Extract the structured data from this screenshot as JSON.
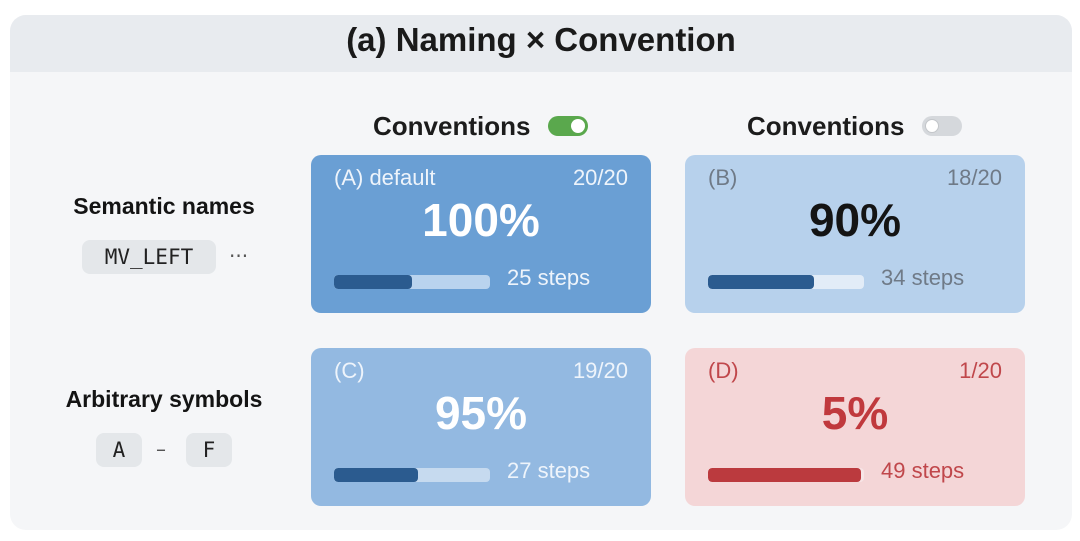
{
  "title": "(a) Naming × Convention",
  "columns": [
    {
      "label": "Conventions",
      "toggle": "on"
    },
    {
      "label": "Conventions",
      "toggle": "off"
    }
  ],
  "rows": [
    {
      "label": "Semantic names",
      "examples": [
        "MV_LEFT",
        "···"
      ]
    },
    {
      "label": "Arbitrary symbols",
      "examples": [
        "A",
        "–",
        "F"
      ]
    }
  ],
  "cards": [
    {
      "id": "A",
      "label": "(A) default",
      "score": "20/20",
      "percent": "100%",
      "progress_fraction": 0.5,
      "steps": "25 steps"
    },
    {
      "id": "B",
      "label": "(B)",
      "score": "18/20",
      "percent": "90%",
      "progress_fraction": 0.68,
      "steps": "34 steps"
    },
    {
      "id": "C",
      "label": "(C)",
      "score": "19/20",
      "percent": "95%",
      "progress_fraction": 0.54,
      "steps": "27 steps"
    },
    {
      "id": "D",
      "label": "(D)",
      "score": "1/20",
      "percent": "5%",
      "progress_fraction": 0.98,
      "steps": "49 steps"
    }
  ],
  "colors": {
    "toggle_on": "#5aa84d",
    "card_a": "#6a9fd4",
    "card_b": "#b7d1ec",
    "card_c": "#93b9e1",
    "card_d": "#f4d6d7",
    "bar_blue": "#2b5b8f",
    "bar_red": "#bb3a3e"
  }
}
